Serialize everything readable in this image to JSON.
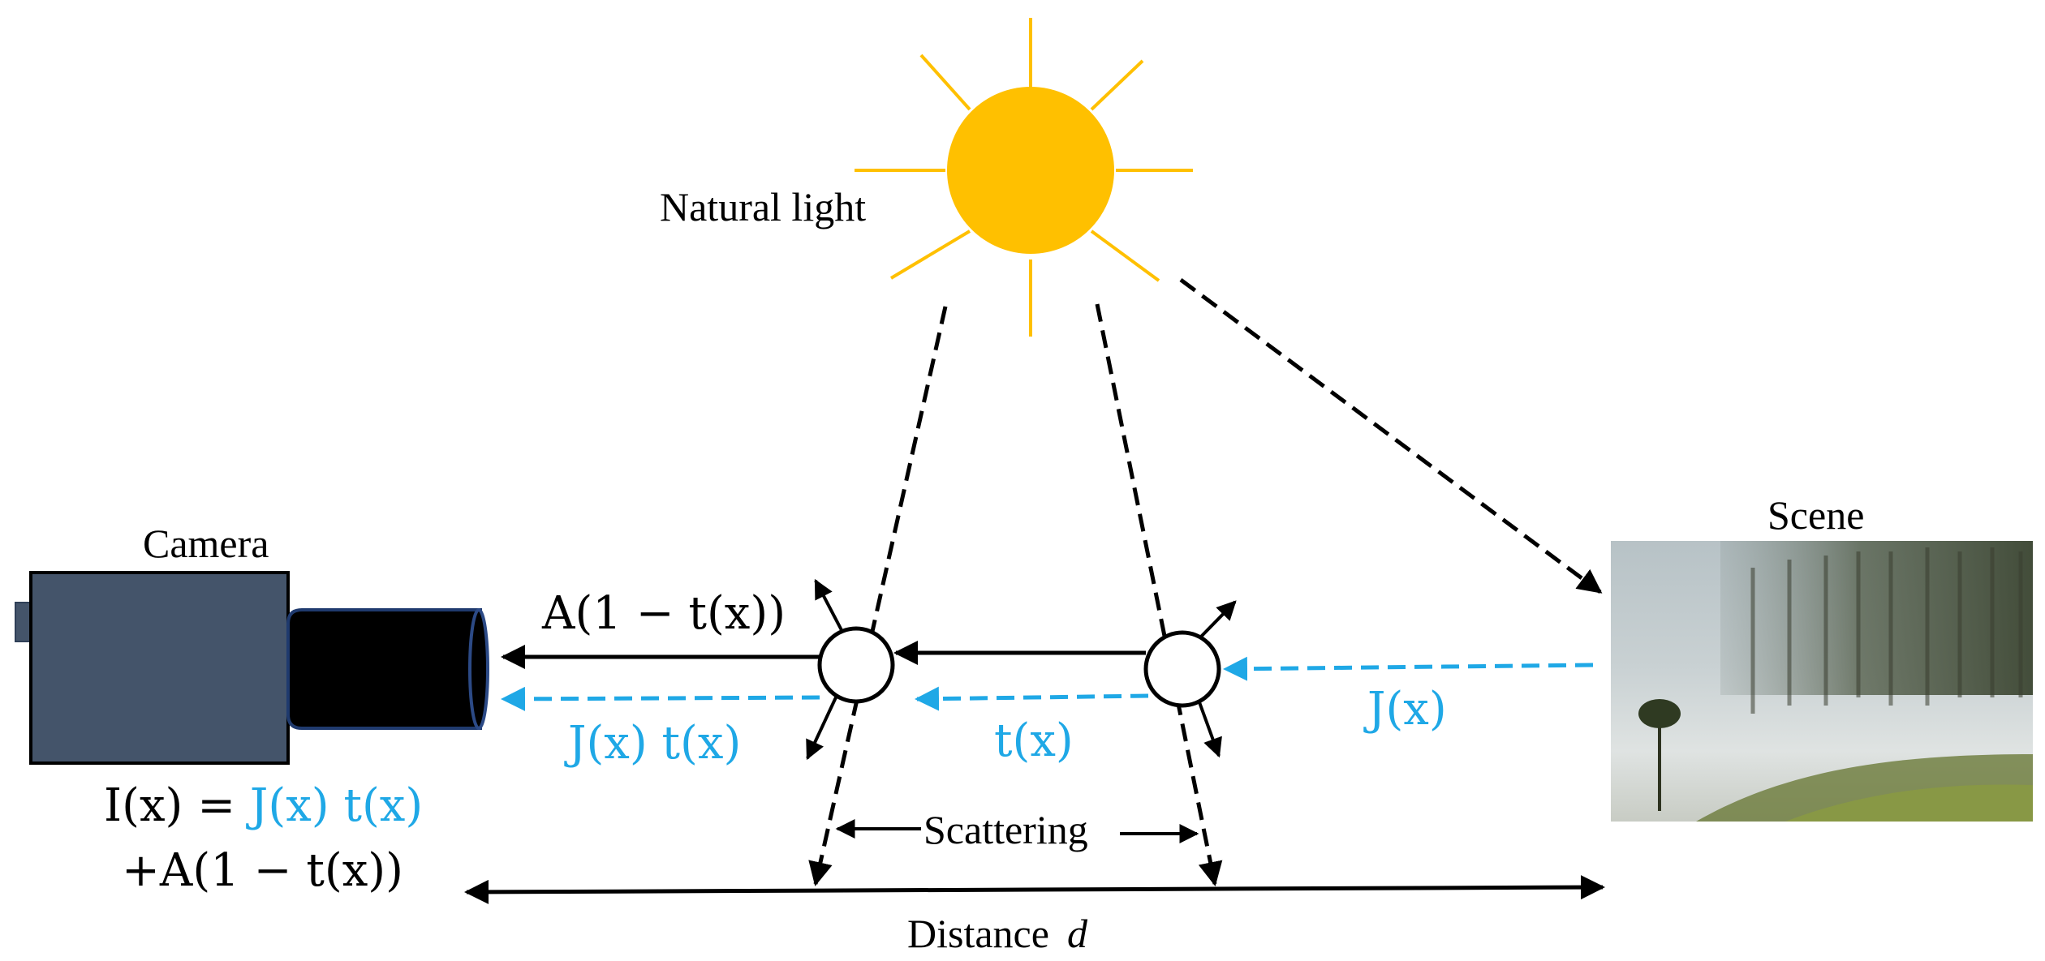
{
  "labels": {
    "sun": "Natural light",
    "camera": "Camera",
    "scene": "Scene",
    "scattering": "Scattering",
    "distance": "Distance",
    "distance_symbol": "d"
  },
  "equations": {
    "airlight": "A(1 − t(x))",
    "direct_at_camera": "J(x) t(x)",
    "transmission": "t(x)",
    "scene_radiance": "J(x)",
    "model_line1_lhs": "I(x) = ",
    "model_line1_rhs": "J(x) t(x)",
    "model_line2": "+A(1 − t(x))"
  },
  "colors": {
    "sun": "#FFC000",
    "scene_light": "#1FA8E6",
    "camera_body": "#44546A",
    "lens": "#000000",
    "ink": "#000000"
  }
}
